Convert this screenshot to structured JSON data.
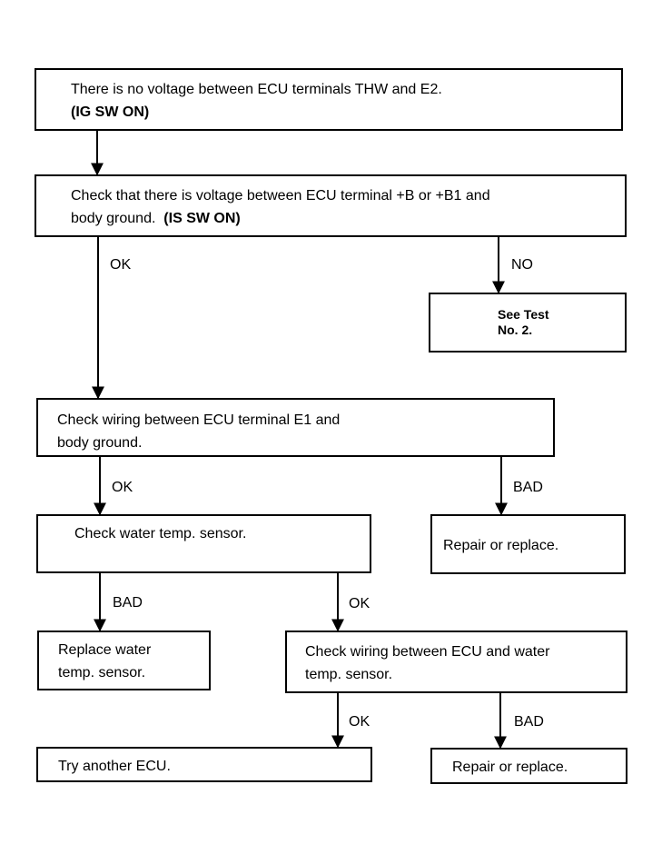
{
  "flowchart": {
    "start": {
      "line1": "There is no voltage between ECU terminals THW and E2.",
      "line2": "(IG SW ON)"
    },
    "check_voltage": {
      "line1": "Check that there is voltage between ECU terminal +B or +B1 and",
      "line2_text": "body ground.",
      "line2_bold": "(IS SW ON)"
    },
    "see_test": {
      "line1": "See Test",
      "line2": "No. 2."
    },
    "check_e1": {
      "line1": "Check wiring between ECU terminal E1 and",
      "line2": "body ground."
    },
    "repair_1": {
      "text": "Repair or replace."
    },
    "check_sensor": {
      "text": "Check water temp. sensor."
    },
    "replace_sensor": {
      "line1": "Replace water",
      "line2": "temp. sensor."
    },
    "check_wiring_sensor": {
      "line1": "Check wiring between ECU and water",
      "line2": "temp. sensor."
    },
    "try_ecu": {
      "text": "Try another ECU."
    },
    "repair_2": {
      "text": "Repair or replace."
    },
    "edge_labels": {
      "ok_1": "OK",
      "no_1": "NO",
      "ok_2": "OK",
      "bad_1": "BAD",
      "bad_2": "BAD",
      "ok_3": "OK",
      "ok_4": "OK",
      "bad_3": "BAD"
    }
  }
}
